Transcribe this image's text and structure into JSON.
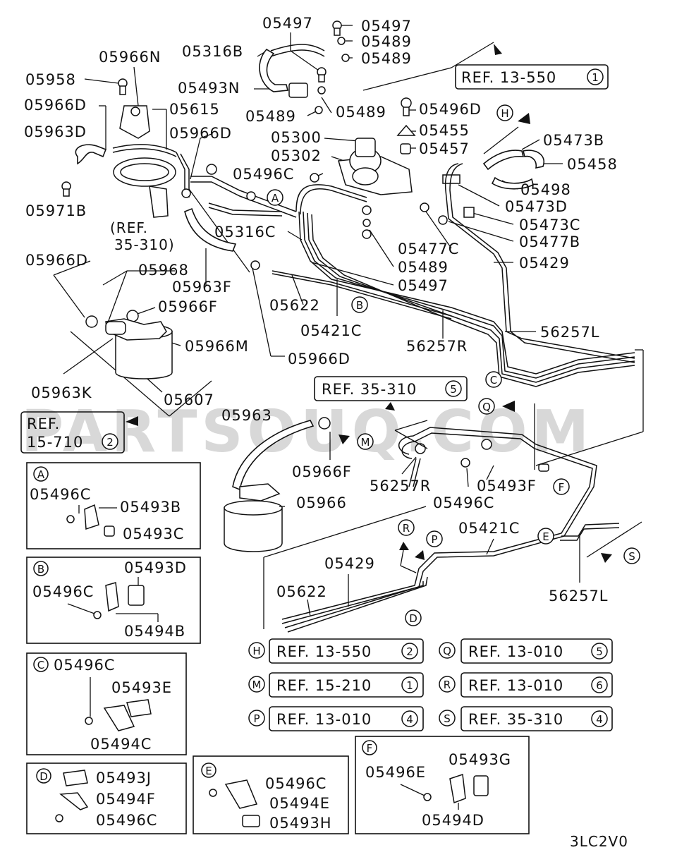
{
  "watermark": "PARTSOUQ.COM",
  "diagram_code": "3LC2V0",
  "labels": {
    "p05497a": "05497",
    "p05497b": "05497",
    "p05489a": "05489",
    "p05489b": "05489",
    "p05316B": "05316B",
    "p05966N": "05966N",
    "p05958": "05958",
    "p05493N": "05493N",
    "p05966D_a": "05966D",
    "p05615": "05615",
    "p05489c": "05489",
    "p05489d": "05489",
    "p05496D": "05496D",
    "p05963D": "05963D",
    "p05966D_b": "05966D",
    "p05455": "05455",
    "p05300": "05300",
    "p05457": "05457",
    "p05473B": "05473B",
    "p05302": "05302",
    "p05458": "05458",
    "p05496C_a": "05496C",
    "p05971B": "05971B",
    "p05498": "05498",
    "p05473D": "05473D",
    "p05473C": "05473C",
    "p05316C": "05316C",
    "p05477B": "05477B",
    "p05477C": "05477C",
    "p05966D_c": "05966D",
    "p05429a": "05429",
    "p05489e": "05489",
    "p05968": "05968",
    "p05963F": "05963F",
    "p05497c": "05497",
    "p05966F_a": "05966F",
    "p05622a": "05622",
    "p05421C_a": "05421C",
    "p56257L_a": "56257L",
    "p05966M": "05966M",
    "p56257R_a": "56257R",
    "p05966D_d": "05966D",
    "p05963K": "05963K",
    "p05607": "05607",
    "p05963": "05963",
    "p05966F_b": "05966F",
    "p56257R_b": "56257R",
    "p05493F": "05493F",
    "p05966": "05966",
    "p05496C_b": "05496C",
    "p05421C_b": "05421C",
    "p05429b": "05429",
    "p05622b": "05622",
    "p56257L_b": "56257L",
    "ref_35_310_line1": "(REF.",
    "ref_35_310_line2": "35-310)"
  },
  "ref_boxes": {
    "top_right": {
      "text": "REF. 13-550",
      "num": "1"
    },
    "left": {
      "line1": "REF.",
      "line2": "15-710",
      "num": "2"
    },
    "mid": {
      "text": "REF. 35-310",
      "num": "5"
    },
    "H": {
      "letter": "H",
      "text": "REF. 13-550",
      "num": "2"
    },
    "M": {
      "letter": "M",
      "text": "REF. 15-210",
      "num": "1"
    },
    "P": {
      "letter": "P",
      "text": "REF. 13-010",
      "num": "4"
    },
    "Q": {
      "letter": "Q",
      "text": "REF. 13-010",
      "num": "5"
    },
    "R": {
      "letter": "R",
      "text": "REF. 13-010",
      "num": "6"
    },
    "S": {
      "letter": "S",
      "text": "REF. 35-310",
      "num": "4"
    }
  },
  "callout_letters": {
    "A": "A",
    "B": "B",
    "C": "C",
    "D": "D",
    "E": "E",
    "F": "F",
    "H": "H",
    "M": "M",
    "P": "P",
    "Q": "Q",
    "R": "R",
    "S": "S"
  },
  "detail_boxes": {
    "A": {
      "letter": "A",
      "labels": [
        "05496C",
        "05493B",
        "05493C"
      ]
    },
    "B": {
      "letter": "B",
      "labels": [
        "05493D",
        "05496C",
        "05494B"
      ]
    },
    "C": {
      "letter": "C",
      "labels": [
        "05496C",
        "05493E",
        "05494C"
      ]
    },
    "D": {
      "letter": "D",
      "labels": [
        "05493J",
        "05494F",
        "05496C"
      ]
    },
    "E": {
      "letter": "E",
      "labels": [
        "05496C",
        "05494E",
        "05493H"
      ]
    },
    "F": {
      "letter": "F",
      "labels": [
        "05496E",
        "05493G",
        "05494D"
      ]
    }
  }
}
